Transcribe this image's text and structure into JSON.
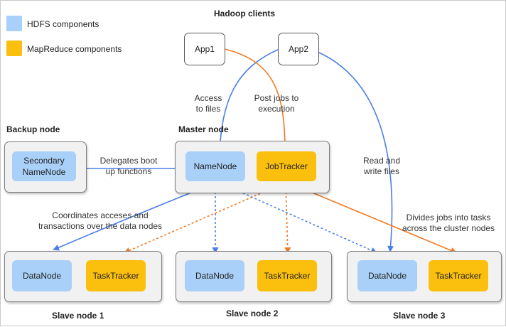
{
  "legend": {
    "hdfs_label": "HDFS components",
    "mapreduce_label": "MapReduce components",
    "hdfs_color": "#a9d0f8",
    "mapreduce_color": "#fbbf0d"
  },
  "clients": {
    "title": "Hadoop clients",
    "app1": "App1",
    "app2": "App2"
  },
  "backup_node": {
    "title": "Backup node",
    "secondary_namenode": [
      "Secondary",
      "NameNode"
    ]
  },
  "master_node": {
    "title": "Master node",
    "namenode": "NameNode",
    "jobtracker": "JobTracker"
  },
  "slave_nodes": [
    {
      "title": "Slave node 1",
      "datanode": "DataNode",
      "tasktracker": "TaskTracker"
    },
    {
      "title": "Slave node 2",
      "datanode": "DataNode",
      "tasktracker": "TaskTracker"
    },
    {
      "title": "Slave node 3",
      "datanode": "DataNode",
      "tasktracker": "TaskTracker"
    }
  ],
  "annotations": {
    "access_files": [
      "Access",
      "to files"
    ],
    "post_jobs": [
      "Post jobs to",
      "execution"
    ],
    "delegates": [
      "Delegates boot",
      "up functions"
    ],
    "read_write": [
      "Read and",
      "write files"
    ],
    "coordinates": [
      "Coordinates acceses and",
      "transactions over the data nodes"
    ],
    "divides": [
      "Divides jobs into tasks",
      "across the cluster nodes"
    ]
  },
  "colors": {
    "hdfs_arrow": "#4a7fe6",
    "mapreduce_arrow": "#f07a22"
  }
}
